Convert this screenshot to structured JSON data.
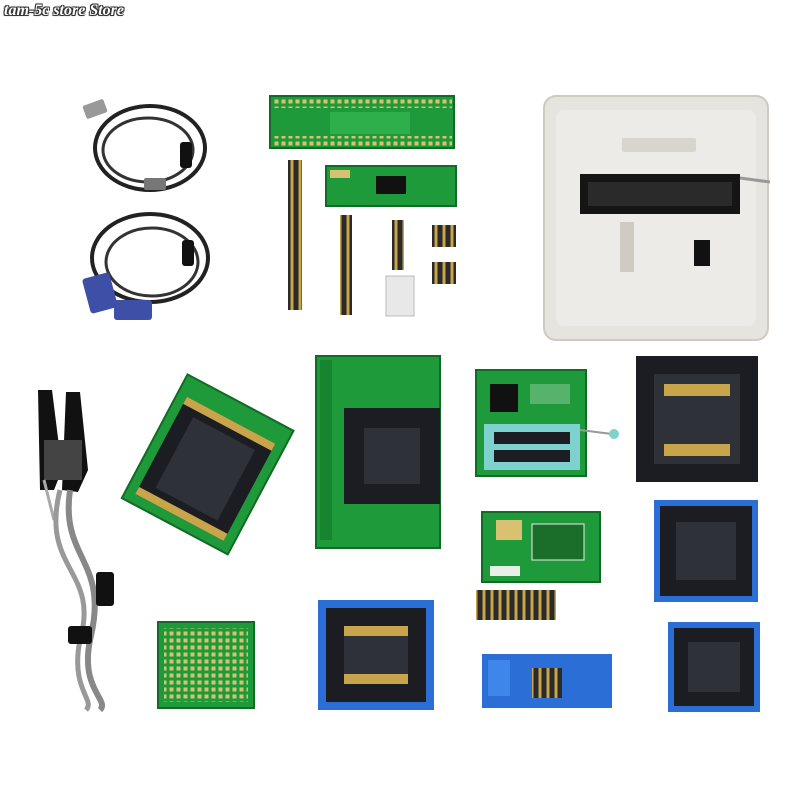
{
  "watermark": {
    "text": "tam-5c store Store"
  },
  "product": {
    "items": [
      "usb-cable",
      "vga-cable",
      "soic-test-clip",
      "programmer-unit",
      "dip-adapter-board",
      "pin-headers",
      "tsop-adapter",
      "socket-adapter",
      "zif-adapter",
      "soic-sockets"
    ]
  },
  "colors": {
    "pcb_green": "#1f9a3a",
    "pcb_dark": "#0f6b25",
    "pcb_blue": "#2b6fd6",
    "socket_black": "#1b1d22",
    "programmer_body": "#e6e4df",
    "cable": "#222222",
    "vga_blue": "#3e4fa8",
    "pin_gold": "#c8a44a",
    "zif_teal": "#7fd1d0"
  }
}
